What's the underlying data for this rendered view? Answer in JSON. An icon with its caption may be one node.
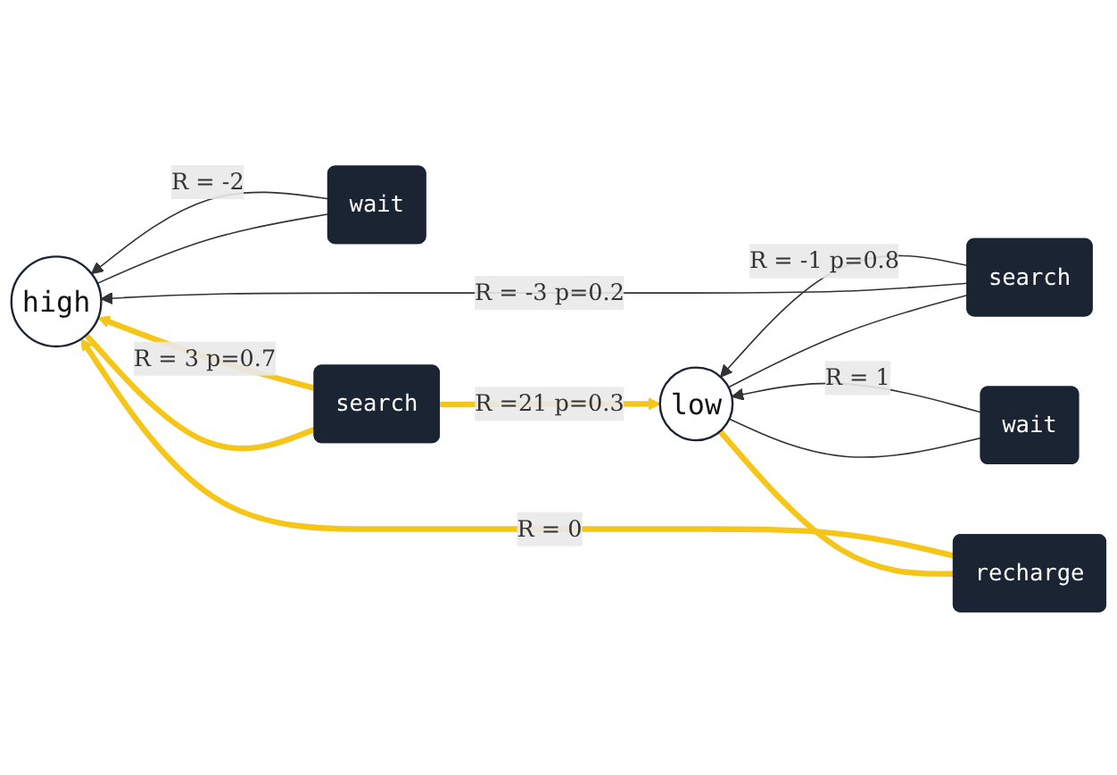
{
  "diagram": {
    "nodes": [
      {
        "text": [
          "high"
        ]
      },
      {
        "text": [
          "low"
        ]
      },
      {
        "text": [
          "wait"
        ]
      },
      {
        "text": [
          "search"
        ]
      },
      {
        "text": [
          "recharge"
        ]
      },
      {
        "text": [
          "search"
        ]
      },
      {
        "text": [
          "wait"
        ]
      }
    ],
    "edges": [
      {
        "from": 0,
        "to": 2,
        "arrow": "none"
      },
      {
        "from": 2,
        "to": 0,
        "arrow": "to",
        "label": "R = -2"
      },
      {
        "from": 1,
        "to": 3,
        "arrow": "none"
      },
      {
        "from": 3,
        "to": 0,
        "arrow": "to",
        "label": "R = -3 p=0.2"
      },
      {
        "from": 3,
        "to": 1,
        "arrow": "to",
        "label": "R = -1 p=0.8"
      },
      {
        "from": 1,
        "to": 4,
        "arrow": "none",
        "style": "thick",
        "color": "#f5c518"
      },
      {
        "from": 4,
        "to": 0,
        "arrow": "to",
        "label": "R = 0",
        "style": "thick",
        "color": "#f5c518"
      },
      {
        "from": 0,
        "to": 5,
        "arrow": "none",
        "style": "thick",
        "color": "#f5c518"
      },
      {
        "from": 5,
        "to": 0,
        "arrow": "to",
        "label": "R = 3 p=0.7",
        "style": "thick",
        "color": "#f5c518"
      },
      {
        "from": 5,
        "to": 1,
        "arrow": "to",
        "label": "R =21 p=0.3",
        "style": "thick",
        "color": "#f5c518"
      },
      {
        "from": 1,
        "to": 6,
        "arrow": "none"
      },
      {
        "from": 6,
        "to": 1,
        "arrow": "to",
        "label": "R = 1"
      }
    ]
  }
}
